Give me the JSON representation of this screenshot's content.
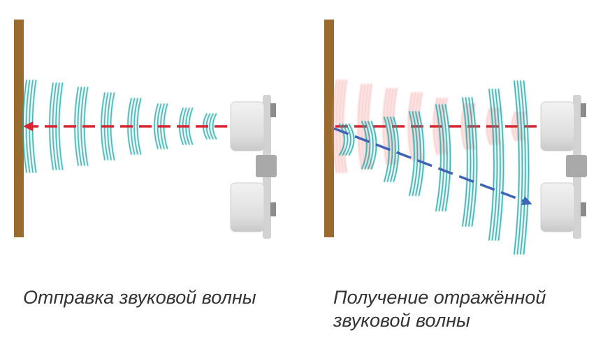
{
  "captions": {
    "sending": "Отправка звуковой волны",
    "receiving_line1": "Получение отражённой",
    "receiving_line2": "звуковой волны"
  },
  "colors": {
    "wall": "#9a6b2e",
    "wave": "#1aa6a6",
    "reflected_wave": "#f08a8a",
    "emit_arrow": "#d8262f",
    "return_arrow": "#3f64b5",
    "sensor_body": "#e4e4e4",
    "sensor_board": "#d3d3d3"
  },
  "icons": {
    "sensor": "ultrasonic-sensor-icon",
    "wall": "wall-icon"
  }
}
